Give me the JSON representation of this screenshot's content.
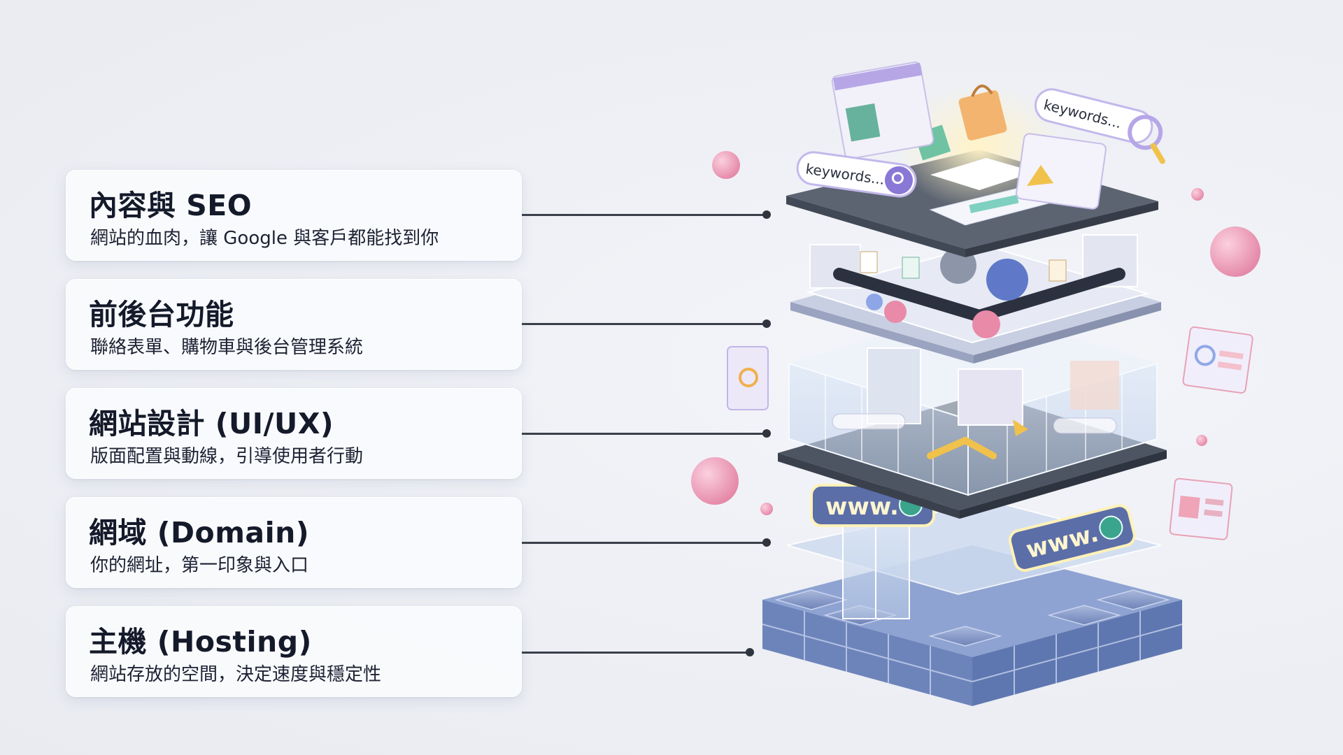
{
  "layers": [
    {
      "title": "內容與 SEO",
      "desc": "網站的血肉，讓 Google 與客戶都能找到你"
    },
    {
      "title": "前後台功能",
      "desc": "聯絡表單、購物車與後台管理系統"
    },
    {
      "title": "網站設計 (UI/UX)",
      "desc": "版面配置與動線，引導使用者行動"
    },
    {
      "title": "網域 (Domain)",
      "desc": "你的網址，第一印象與入口"
    },
    {
      "title": "主機 (Hosting)",
      "desc": "網站存放的空間，決定速度與穩定性"
    }
  ],
  "illustration": {
    "search_text": "keywords...",
    "domain_sign": "www."
  },
  "colors": {
    "accent_pink": "#e98aa8",
    "accent_purple": "#b9a5e6",
    "slab_dark": "#5c6472",
    "brick_blue": "#7f95c8"
  }
}
